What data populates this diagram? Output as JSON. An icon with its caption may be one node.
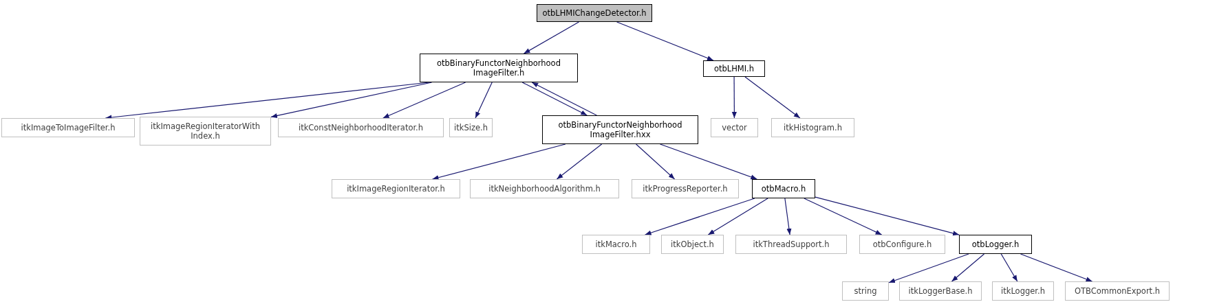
{
  "diagram": {
    "nodes": [
      {
        "text": [
          "otbLHMIChangeDetector.h"
        ]
      },
      {
        "text": [
          "otbBinaryFunctorNeighborhood ImageFilter.h"
        ]
      },
      {
        "text": [
          "otbLHMI.h"
        ]
      },
      {
        "text": [
          "itkImageToImageFilter.h"
        ]
      },
      {
        "text": [
          "itkImageRegionIteratorWith Index.h"
        ]
      },
      {
        "text": [
          "itkConstNeighborhoodIterator.h"
        ]
      },
      {
        "text": [
          "itkSize.h"
        ]
      },
      {
        "text": [
          "otbBinaryFunctorNeighborhood ImageFilter.hxx"
        ]
      },
      {
        "text": [
          "vector"
        ]
      },
      {
        "text": [
          "itkHistogram.h"
        ]
      },
      {
        "text": [
          "itkImageRegionIterator.h"
        ]
      },
      {
        "text": [
          "itkNeighborhoodAlgorithm.h"
        ]
      },
      {
        "text": [
          "itkProgressReporter.h"
        ]
      },
      {
        "text": [
          "otbMacro.h"
        ]
      },
      {
        "text": [
          "itkMacro.h"
        ]
      },
      {
        "text": [
          "itkObject.h"
        ]
      },
      {
        "text": [
          "itkThreadSupport.h"
        ]
      },
      {
        "text": [
          "otbConfigure.h"
        ]
      },
      {
        "text": [
          "otbLogger.h"
        ]
      },
      {
        "text": [
          "string"
        ]
      },
      {
        "text": [
          "itkLoggerBase.h"
        ]
      },
      {
        "text": [
          "itkLogger.h"
        ]
      },
      {
        "text": [
          "OTBCommonExport.h"
        ]
      }
    ],
    "edges": [
      {
        "from": 0,
        "to": 1,
        "arrow": "to"
      },
      {
        "from": 0,
        "to": 2,
        "arrow": "to"
      },
      {
        "from": 1,
        "to": 3,
        "arrow": "to"
      },
      {
        "from": 1,
        "to": 4,
        "arrow": "to"
      },
      {
        "from": 1,
        "to": 5,
        "arrow": "to"
      },
      {
        "from": 1,
        "to": 6,
        "arrow": "to"
      },
      {
        "from": 1,
        "to": 7,
        "arrow": "to"
      },
      {
        "from": 7,
        "to": 1,
        "arrow": "to"
      },
      {
        "from": 2,
        "to": 8,
        "arrow": "to"
      },
      {
        "from": 2,
        "to": 9,
        "arrow": "to"
      },
      {
        "from": 7,
        "to": 10,
        "arrow": "to"
      },
      {
        "from": 7,
        "to": 11,
        "arrow": "to"
      },
      {
        "from": 7,
        "to": 12,
        "arrow": "to"
      },
      {
        "from": 7,
        "to": 13,
        "arrow": "to"
      },
      {
        "from": 13,
        "to": 14,
        "arrow": "to"
      },
      {
        "from": 13,
        "to": 15,
        "arrow": "to"
      },
      {
        "from": 13,
        "to": 16,
        "arrow": "to"
      },
      {
        "from": 13,
        "to": 17,
        "arrow": "to"
      },
      {
        "from": 13,
        "to": 18,
        "arrow": "to"
      },
      {
        "from": 18,
        "to": 19,
        "arrow": "to"
      },
      {
        "from": 18,
        "to": 20,
        "arrow": "to"
      },
      {
        "from": 18,
        "to": 21,
        "arrow": "to"
      },
      {
        "from": 18,
        "to": 22,
        "arrow": "to"
      }
    ]
  }
}
